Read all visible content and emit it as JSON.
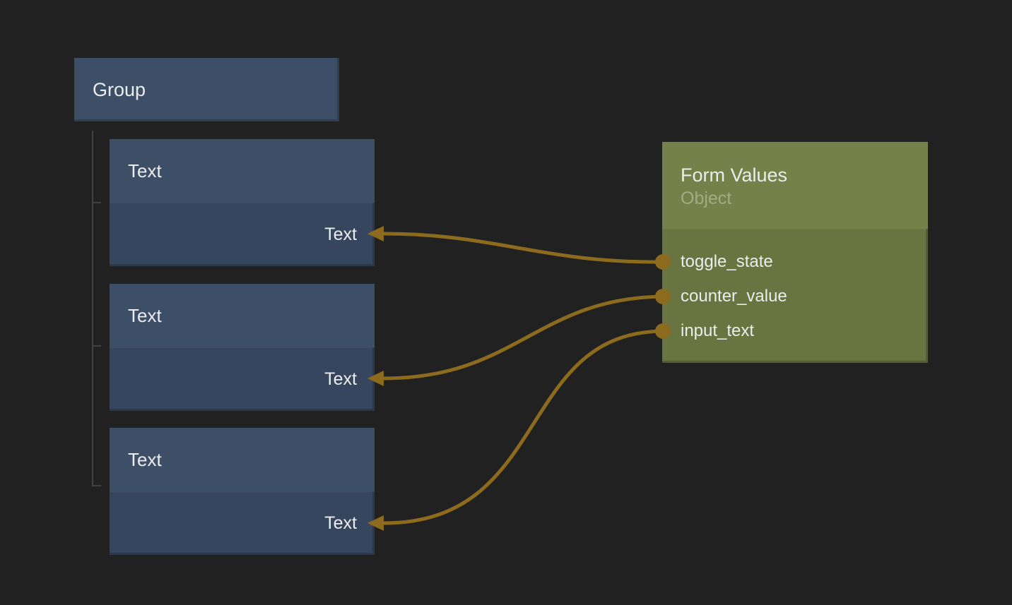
{
  "colors": {
    "background": "#212121",
    "blue_header": "#3d4e67",
    "blue_body": "#37465f",
    "olive_header": "#748148",
    "olive_body": "#687540",
    "wire_gold": "#8d6b1e",
    "bracket_gray": "#414141",
    "title_text": "#ececec",
    "subtitle_text": "#a3ab87"
  },
  "group_node": {
    "title": "Group"
  },
  "text_nodes": [
    {
      "title": "Text",
      "input_label": "Text"
    },
    {
      "title": "Text",
      "input_label": "Text"
    },
    {
      "title": "Text",
      "input_label": "Text"
    }
  ],
  "form_node": {
    "title": "Form Values",
    "subtitle": "Object",
    "fields": [
      {
        "name": "toggle_state"
      },
      {
        "name": "counter_value"
      },
      {
        "name": "input_text"
      }
    ]
  },
  "connections": [
    {
      "from": "toggle_state",
      "to": "text-node-1-input"
    },
    {
      "from": "counter_value",
      "to": "text-node-2-input"
    },
    {
      "from": "input_text",
      "to": "text-node-3-input"
    }
  ]
}
